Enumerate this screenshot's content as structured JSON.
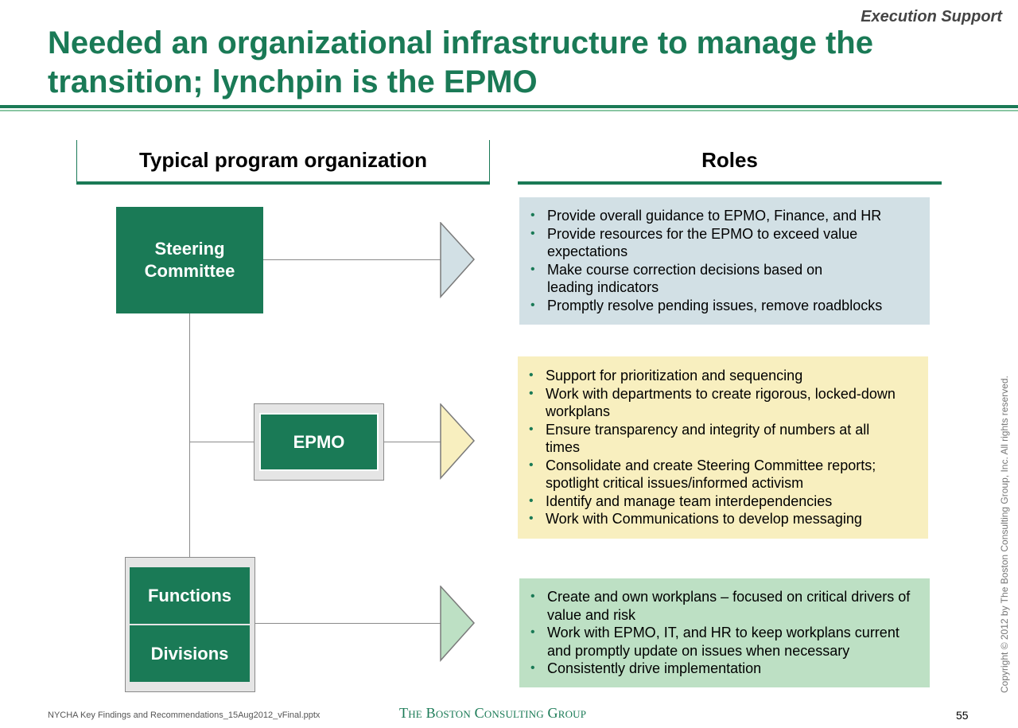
{
  "header": {
    "section_tag": "Execution Support",
    "title": "Needed an organizational infrastructure to manage the transition; lynchpin is the EPMO"
  },
  "columns": {
    "org_heading": "Typical program organization",
    "roles_heading": "Roles"
  },
  "org": {
    "steering": "Steering Committee",
    "epmo": "EPMO",
    "functions": "Functions",
    "divisions": "Divisions"
  },
  "roles": {
    "steering": [
      "Provide overall guidance to EPMO, Finance, and HR",
      "Provide resources for the EPMO to exceed value expectations",
      "Make course correction decisions based on leading indicators",
      "Promptly resolve pending issues, remove roadblocks"
    ],
    "epmo": [
      "Support for prioritization and sequencing",
      "Work with departments to create rigorous, locked-down workplans",
      "Ensure transparency and integrity of numbers at all times",
      "Consolidate and create Steering Committee reports; spotlight critical issues/informed activism",
      "Identify and manage team interdependencies",
      "Work with Communications to develop messaging"
    ],
    "functions_divisions": [
      "Create and own workplans – focused on critical drivers of value and risk",
      "Work with EPMO, IT, and HR to keep workplans current and promptly update on issues when necessary",
      "Consistently drive implementation"
    ]
  },
  "colors": {
    "brand_green": "#1a7a56",
    "steer_fill": "#d2e0e5",
    "epmo_fill": "#f8efbf",
    "fd_fill": "#bde0c4"
  },
  "footer": {
    "copyright": "Copyright © 2012 by The Boston Consulting Group, Inc. All rights reserved.",
    "file": "NYCHA Key Findings and Recommendations_15Aug2012_vFinal.pptx",
    "logo": "The Boston Consulting Group",
    "page": "55"
  }
}
